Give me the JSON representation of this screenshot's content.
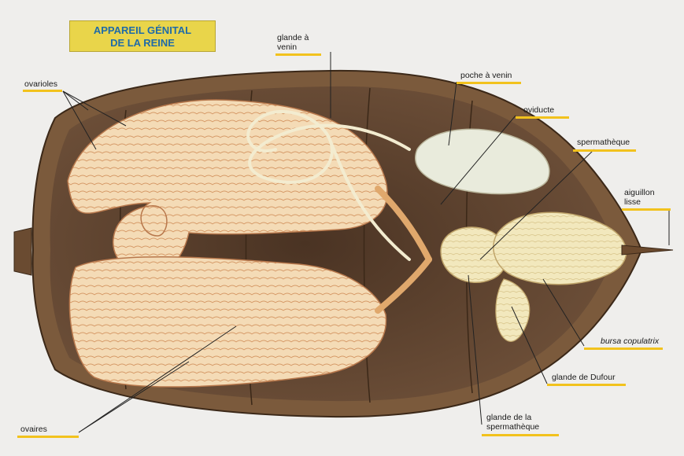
{
  "title": {
    "line1": "APPAREIL GÉNITAL",
    "line2": "DE LA REINE"
  },
  "labels": {
    "ovarioles": "ovarioles",
    "glande_a_venin": "glande à\nvenin",
    "poche_a_venin": "poche à venin",
    "oviducte": "oviducte",
    "spermatheque": "spermathèque",
    "aiguillon_lisse": "aiguillon\nlisse",
    "bursa_copulatrix": "bursa copulatrix",
    "glande_de_dufour": "glande de Dufour",
    "glande_de_la_spermatheque": "glande de la\nspermathèque",
    "ovaires": "ovaires"
  },
  "colors": {
    "title_bg": "#e9d54a",
    "title_text": "#1f6ba8",
    "label_underline": "#f2c21d",
    "body_wall": "#7b5a3c",
    "cavity": "#5a4030",
    "ovary": "#f3d9b4",
    "gland": "#f1e9c2",
    "leader_line": "#222222"
  }
}
